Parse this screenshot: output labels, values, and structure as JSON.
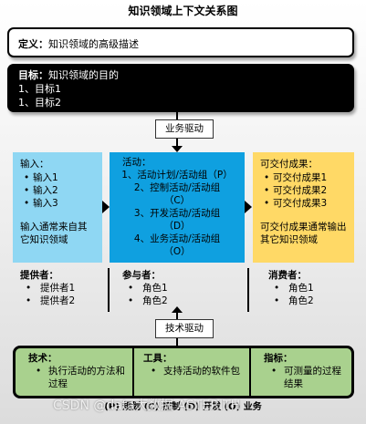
{
  "title": "知识领域上下文关系图",
  "definition": {
    "label": "定义：",
    "text": "知识领域的高级描述"
  },
  "goal": {
    "label": "目标：",
    "text": "知识领域的目的",
    "items": [
      "1、目标1",
      "1、目标2"
    ]
  },
  "business_driver": "业务驱动",
  "tech_driver": "技术驱动",
  "inputs": {
    "label": "输入：",
    "items": [
      "输入1",
      "输入2",
      "输入3"
    ],
    "note": "输入通常来自其它知识领域"
  },
  "activities": {
    "label": "活动：",
    "items": [
      "1、活动计划/活动组（P）",
      "2、控制活动/活动组（C）",
      "3、开发活动/活动组（D）",
      "4、业务活动/活动组（O）"
    ]
  },
  "deliverables": {
    "label": "可交付成果：",
    "items": [
      "可交付成果1",
      "可交付成果2",
      "可交付成果3"
    ],
    "note": "可交付成果通常输出其它知识领域"
  },
  "suppliers": {
    "label": "提供者：",
    "items": [
      "提供者1",
      "提供者2"
    ]
  },
  "participants": {
    "label": "参与者：",
    "items": [
      "角色1",
      "角色2"
    ]
  },
  "consumers": {
    "label": "消费者：",
    "items": [
      "角色1",
      "角色2"
    ]
  },
  "techniques": {
    "label": "技术：",
    "items": [
      "执行活动的方法和过程"
    ]
  },
  "tools": {
    "label": "工具：",
    "items": [
      "支持活动的软件包"
    ]
  },
  "metrics": {
    "label": "指标：",
    "items": [
      "可测量的过程结果"
    ]
  },
  "footer": "(P) 规划 (C) 控制 (D) 开发 (O) 业务",
  "watermark": "CSDN @data大数据 ASTERITH"
}
